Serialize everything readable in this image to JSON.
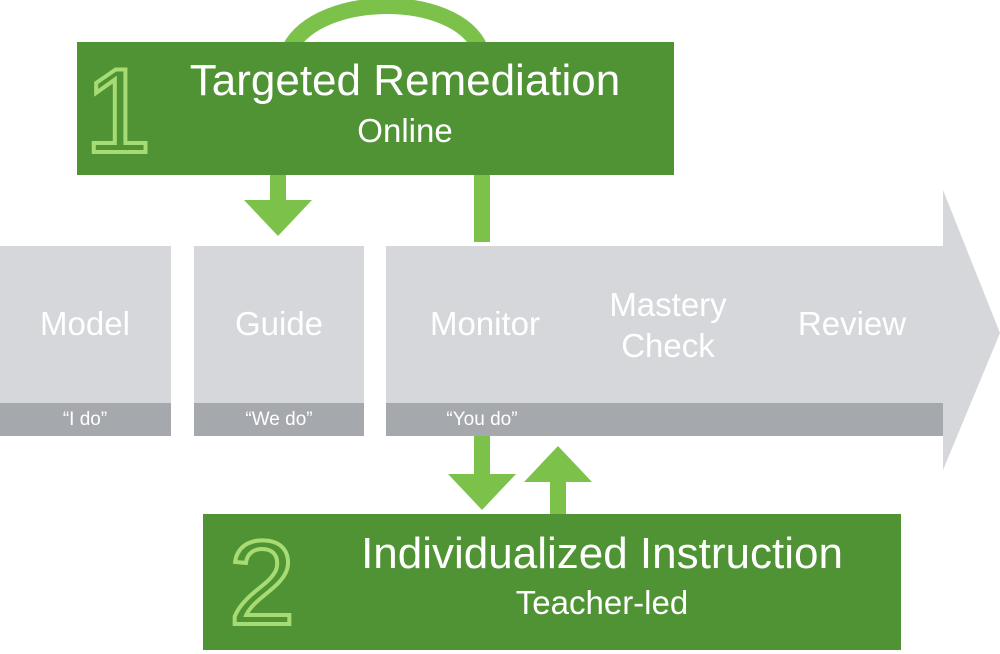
{
  "colors": {
    "stage_fill": "#d5d7da",
    "stage_band": "#a5a8ad",
    "box_green": "#4f9334",
    "connector_green": "#7cc24a",
    "number_outline": "#a6dc73",
    "text": "#ffffff"
  },
  "box1": {
    "number": "1",
    "title": "Targeted Remediation",
    "subtitle": "Online"
  },
  "box2": {
    "number": "2",
    "title": "Individualized Instruction",
    "subtitle": "Teacher-led"
  },
  "stages": {
    "model": "Model",
    "guide": "Guide",
    "monitor": "Monitor",
    "mastery_line1": "Mastery",
    "mastery_line2": "Check",
    "review": "Review"
  },
  "phases": {
    "i_do": "“I do”",
    "we_do": "“We do”",
    "you_do": "“You do”"
  }
}
